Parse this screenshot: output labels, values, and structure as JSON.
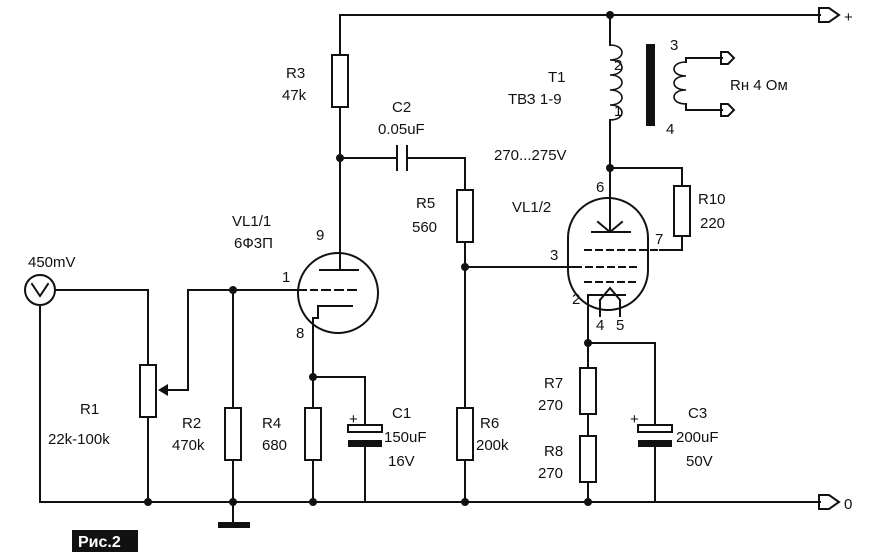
{
  "labels": {
    "plus_terminal": "+",
    "zero_terminal": "0",
    "input_level": "450mV",
    "r1_name": "R1",
    "r1_value": "22k-100k",
    "r2_name": "R2",
    "r2_value": "470k",
    "r3_name": "R3",
    "r3_value": "47k",
    "r4_name": "R4",
    "r4_value": "680",
    "r5_name": "R5",
    "r5_value": "560",
    "r6_name": "R6",
    "r6_value": "200k",
    "r7_name": "R7",
    "r7_value": "270",
    "r8_name": "R8",
    "r8_value": "270",
    "r10_name": "R10",
    "r10_value": "220",
    "c1_name": "C1",
    "c1_value": "150uF",
    "c1_voltage": "16V",
    "c2_name": "C2",
    "c2_value": "0.05uF",
    "c3_name": "C3",
    "c3_value": "200uF",
    "c3_voltage": "50V",
    "vl11_name": "VL1/1",
    "vl11_type": "6Ф3П",
    "vl12_name": "VL1/2",
    "t1_name": "T1",
    "t1_type": "ТВЗ 1-9",
    "anode_voltage": "270...275V",
    "load": "Rн 4 Ом",
    "cap_plus": "+",
    "pin_9": "9",
    "pin_1": "1",
    "pin_8": "8",
    "pin_6": "6",
    "pin_7": "7",
    "pin_3": "3",
    "pin_2": "2",
    "pin_4": "4",
    "pin_5": "5",
    "t1_pin_1": "1",
    "t1_pin_2": "2",
    "t1_pin_3": "3",
    "t1_pin_4": "4",
    "figure_badge": "Рис.2"
  }
}
